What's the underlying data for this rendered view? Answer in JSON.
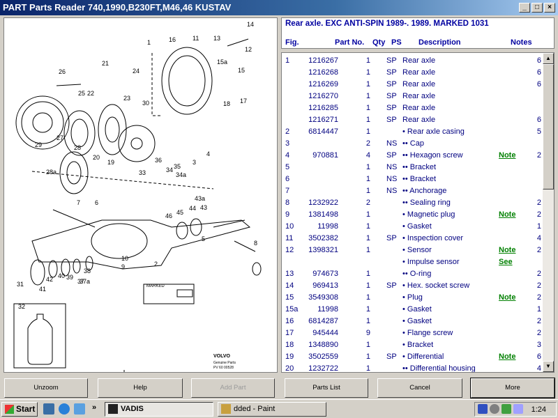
{
  "window": {
    "title": "PART Parts Reader 740,1990,B230FT,M46,46 KUSTAV"
  },
  "header": {
    "title": "Rear axle. EXC ANTI-SPIN 1989-. 1989. MARKED 1031",
    "columns": {
      "fig": "Fig.",
      "part_no": "Part No.",
      "qty": "Qty",
      "ps": "PS",
      "description": "Description",
      "notes": "Notes"
    }
  },
  "rows": [
    {
      "fig": "1",
      "part_no": "1216267",
      "qty": "1",
      "ps": "SP",
      "desc": "Rear axle",
      "note": "",
      "n": "6"
    },
    {
      "fig": "",
      "part_no": "1216268",
      "qty": "1",
      "ps": "SP",
      "desc": "Rear axle",
      "note": "",
      "n": "6"
    },
    {
      "fig": "",
      "part_no": "1216269",
      "qty": "1",
      "ps": "SP",
      "desc": "Rear axle",
      "note": "",
      "n": "6"
    },
    {
      "fig": "",
      "part_no": "1216270",
      "qty": "1",
      "ps": "SP",
      "desc": "Rear axle",
      "note": "",
      "n": ""
    },
    {
      "fig": "",
      "part_no": "1216285",
      "qty": "1",
      "ps": "SP",
      "desc": "Rear axle",
      "note": "",
      "n": ""
    },
    {
      "fig": "",
      "part_no": "1216271",
      "qty": "1",
      "ps": "SP",
      "desc": "Rear axle",
      "note": "",
      "n": "6"
    },
    {
      "fig": "2",
      "part_no": "6814447",
      "qty": "1",
      "ps": "",
      "desc": "• Rear axle casing",
      "note": "",
      "n": "5"
    },
    {
      "fig": "3",
      "part_no": "",
      "qty": "2",
      "ps": "NS",
      "desc": "•• Cap",
      "note": "",
      "n": ""
    },
    {
      "fig": "4",
      "part_no": "970881",
      "qty": "4",
      "ps": "SP",
      "desc": "•• Hexagon screw",
      "note": "Note",
      "n": "2"
    },
    {
      "fig": "5",
      "part_no": "",
      "qty": "1",
      "ps": "NS",
      "desc": "•• Bracket",
      "note": "",
      "n": ""
    },
    {
      "fig": "6",
      "part_no": "",
      "qty": "1",
      "ps": "NS",
      "desc": "•• Bracket",
      "note": "",
      "n": ""
    },
    {
      "fig": "7",
      "part_no": "",
      "qty": "1",
      "ps": "NS",
      "desc": "•• Anchorage",
      "note": "",
      "n": ""
    },
    {
      "fig": "8",
      "part_no": "1232922",
      "qty": "2",
      "ps": "",
      "desc": "•• Sealing ring",
      "note": "",
      "n": "2"
    },
    {
      "fig": "9",
      "part_no": "1381498",
      "qty": "1",
      "ps": "",
      "desc": "• Magnetic plug",
      "note": "Note",
      "n": "2"
    },
    {
      "fig": "10",
      "part_no": "11998",
      "qty": "1",
      "ps": "",
      "desc": "• Gasket",
      "note": "",
      "n": "1"
    },
    {
      "fig": "11",
      "part_no": "3502382",
      "qty": "1",
      "ps": "SP",
      "desc": "• Inspection cover",
      "note": "",
      "n": "4"
    },
    {
      "fig": "12",
      "part_no": "1398321",
      "qty": "1",
      "ps": "",
      "desc": "• Sensor",
      "note": "Note",
      "n": "2"
    },
    {
      "fig": "",
      "part_no": "",
      "qty": "",
      "ps": "",
      "desc": "• Impulse sensor",
      "note": "See",
      "n": ""
    },
    {
      "fig": "13",
      "part_no": "974673",
      "qty": "1",
      "ps": "",
      "desc": "•• O-ring",
      "note": "",
      "n": "2"
    },
    {
      "fig": "14",
      "part_no": "969413",
      "qty": "1",
      "ps": "SP",
      "desc": "• Hex. socket screw",
      "note": "",
      "n": "2"
    },
    {
      "fig": "15",
      "part_no": "3549308",
      "qty": "1",
      "ps": "",
      "desc": "• Plug",
      "note": "Note",
      "n": "2"
    },
    {
      "fig": "15a",
      "part_no": "11998",
      "qty": "1",
      "ps": "",
      "desc": "• Gasket",
      "note": "",
      "n": "1"
    },
    {
      "fig": "16",
      "part_no": "6814287",
      "qty": "1",
      "ps": "",
      "desc": "• Gasket",
      "note": "",
      "n": "2"
    },
    {
      "fig": "17",
      "part_no": "945444",
      "qty": "9",
      "ps": "",
      "desc": "• Flange screw",
      "note": "",
      "n": "2"
    },
    {
      "fig": "18",
      "part_no": "1348890",
      "qty": "1",
      "ps": "",
      "desc": "• Bracket",
      "note": "",
      "n": "3"
    },
    {
      "fig": "19",
      "part_no": "3502559",
      "qty": "1",
      "ps": "SP",
      "desc": "• Differential",
      "note": "Note",
      "n": "6"
    },
    {
      "fig": "20",
      "part_no": "1232722",
      "qty": "1",
      "ps": "",
      "desc": "•• Differential housing",
      "note": "",
      "n": "4"
    }
  ],
  "diagram": {
    "callouts": [
      "1",
      "2",
      "3",
      "4",
      "5",
      "6",
      "7",
      "8",
      "9",
      "10",
      "11",
      "12",
      "13",
      "14",
      "15",
      "15a",
      "16",
      "17",
      "18",
      "19",
      "20",
      "21",
      "22",
      "23",
      "24",
      "25",
      "26",
      "27",
      "28",
      "28a",
      "29",
      "30",
      "31",
      "32",
      "33",
      "34",
      "34a",
      "35",
      "36",
      "37",
      "37a",
      "38",
      "39",
      "40",
      "41",
      "42",
      "43",
      "43a",
      "44",
      "45",
      "46"
    ],
    "marked_label": "MARKED",
    "volvo_label": "VOLVO",
    "footer_text": [
      "Genuine Parts",
      "PV 60 00528"
    ]
  },
  "buttons": {
    "unzoom": "Unzoom",
    "help": "Help",
    "add_part": "Add Part",
    "parts_list": "Parts List",
    "cancel": "Cancel",
    "more": "More"
  },
  "taskbar": {
    "start": "Start",
    "task1": "VADIS",
    "task2": "dded - Paint",
    "clock": "1:24",
    "chevron": "»"
  }
}
